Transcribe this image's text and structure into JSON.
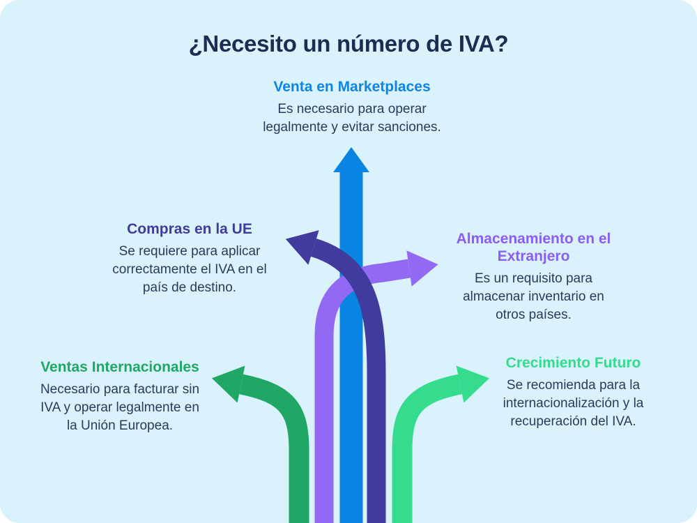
{
  "title": "¿Necesito un número de IVA?",
  "branches": [
    {
      "id": "venta-marketplaces",
      "label": "Venta en Marketplaces",
      "description": "Es necesario para operar\nlegalmente y evitar sanciones.",
      "color": "#0e85e6",
      "arrow_direction": "up"
    },
    {
      "id": "compras-ue",
      "label": "Compras en la UE",
      "description": "Se requiere para aplicar\ncorrectamente el IVA en el\npaís de destino.",
      "color": "#413b9e",
      "arrow_direction": "left"
    },
    {
      "id": "almacenamiento-extranjero",
      "label": "Almacenamiento en el\nExtranjero",
      "description": "Es un requisito para\nalmacenar inventario en\notros países.",
      "color": "#8b5cf6",
      "arrow_direction": "right"
    },
    {
      "id": "ventas-internacionales",
      "label": "Ventas Internacionales",
      "description": "Necesario para facturar sin\nIVA y operar legalmente en\nla Unión Europea.",
      "color": "#21a765",
      "arrow_direction": "left"
    },
    {
      "id": "crecimiento-futuro",
      "label": "Crecimiento Futuro",
      "description": "Se recomienda para la\ninternacionalización y la\nrecuperación del IVA.",
      "color": "#35db8d",
      "arrow_direction": "right"
    }
  ],
  "colors": {
    "page_background": "#ffffff",
    "card_background": "#daf2fc",
    "title_text": "#1e2b52",
    "body_text": "#2b3a5c",
    "arrow_blue": "#0984e3",
    "arrow_indigo": "#413b9e",
    "arrow_purple": "#9269f3",
    "arrow_green": "#21a765",
    "arrow_mint": "#36dc8d"
  }
}
